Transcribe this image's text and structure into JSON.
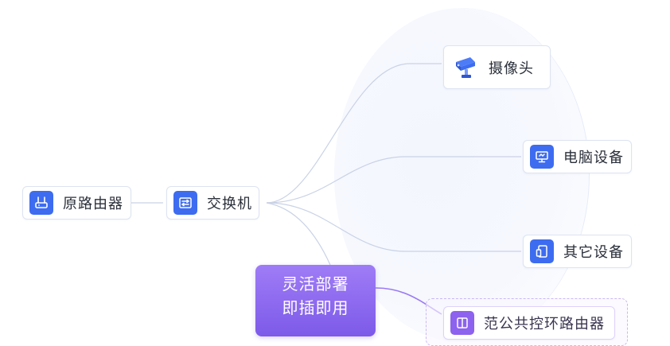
{
  "colors": {
    "accent_blue": "#3d6cf0",
    "accent_purple": "#8d62ee",
    "connector": "#c9d2e6",
    "connector_purple": "#9b7af2"
  },
  "nodes": {
    "router": {
      "label": "原路由器",
      "icon": "router-icon"
    },
    "switch": {
      "label": "交换机",
      "icon": "switch-icon"
    },
    "camera": {
      "label": "摄像头",
      "icon": "camera-icon"
    },
    "computer": {
      "label": "电脑设备",
      "icon": "monitor-icon"
    },
    "other": {
      "label": "其它设备",
      "icon": "tablet-icon"
    },
    "partial": {
      "label": "范公共控环路由器",
      "icon": "grid-icon"
    }
  },
  "feature": {
    "line1": "灵活部署",
    "line2": "即插即用"
  }
}
